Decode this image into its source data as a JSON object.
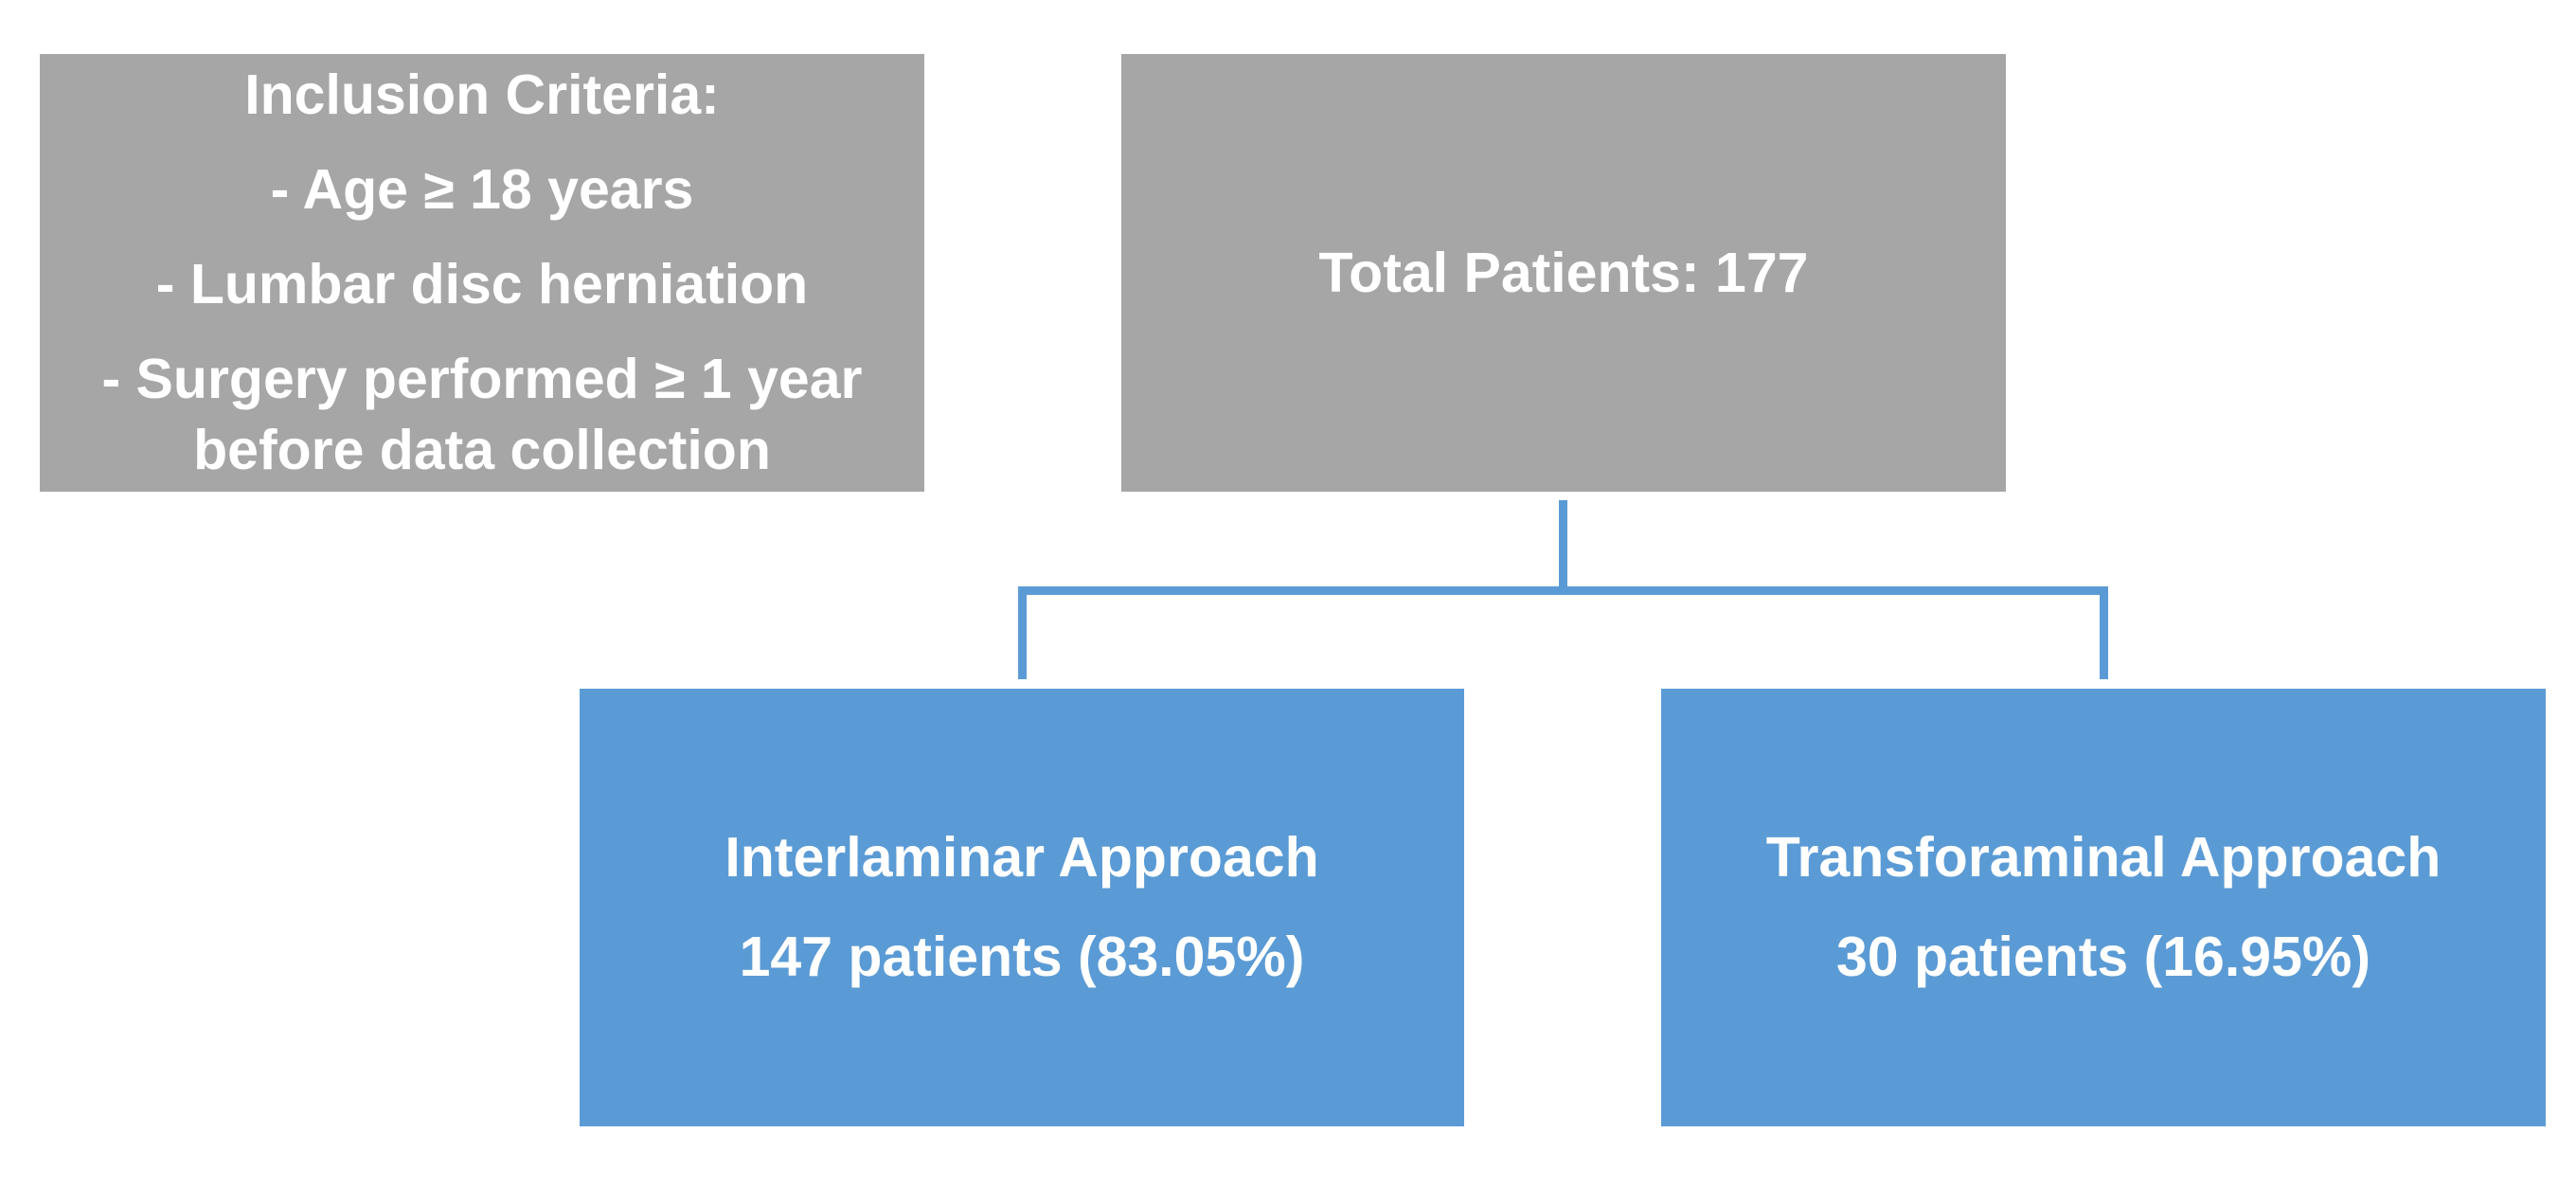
{
  "diagram": {
    "background_color": "#ffffff",
    "colors": {
      "criteria_box": "#a6a6a6",
      "total_box": "#a6a6a6",
      "branch_box": "#5b9bd5",
      "connector": "#5b9bd5",
      "text": "#ffffff"
    },
    "inclusion_box": {
      "title": "Inclusion Criteria:",
      "items": [
        "- Age ≥ 18 years",
        "- Lumbar disc herniation",
        "- Surgery performed ≥ 1 year before data collection"
      ]
    },
    "total_box": {
      "label": "Total Patients: 177"
    },
    "branches": [
      {
        "title": "Interlaminar Approach",
        "subtitle": "147 patients (83.05%)"
      },
      {
        "title": "Transforaminal Approach",
        "subtitle": "30 patients (16.95%)"
      }
    ]
  }
}
